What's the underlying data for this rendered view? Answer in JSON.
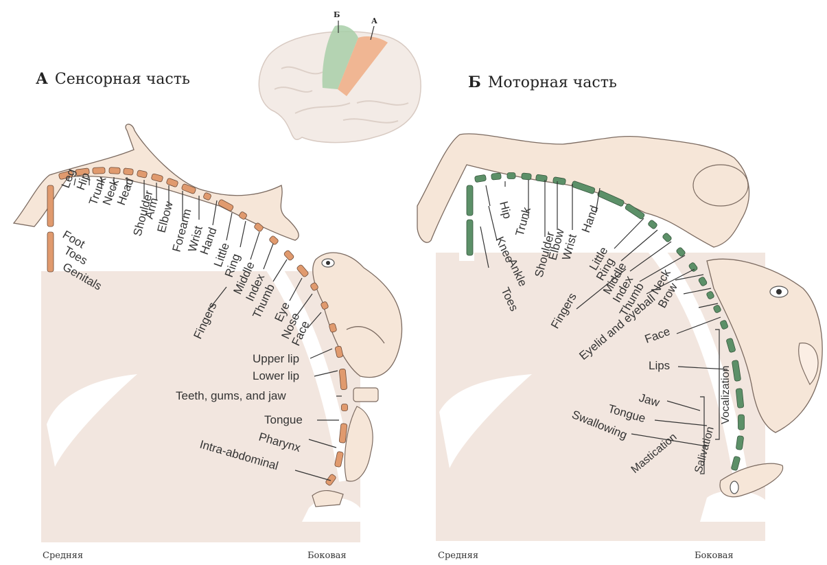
{
  "brain_inset": {
    "label_b": "Б",
    "label_a": "А"
  },
  "panel_a": {
    "letter": "А",
    "title": "Сенсорная часть",
    "footer_left": "Средняя",
    "footer_right": "Боковая",
    "labels": [
      "Leg",
      "Hip",
      "Trunk",
      "Neck",
      "Head",
      "Shoulder",
      "Arm",
      "Elbow",
      "Forearm",
      "Wrist",
      "Hand",
      "Little",
      "Ring",
      "Middle",
      "Index",
      "Thumb",
      "Eye",
      "Nose",
      "Face",
      "Upper lip",
      "Lower lip",
      "Teeth, gums, and jaw",
      "Tongue",
      "Pharynx",
      "Intra-abdominal",
      "Foot",
      "Toes",
      "Genitals",
      "Fingers"
    ]
  },
  "panel_b": {
    "letter": "Б",
    "title": "Моторная часть",
    "footer_left": "Средняя",
    "footer_right": "Боковая",
    "labels": [
      "Hip",
      "Knee",
      "Ankle",
      "Toes",
      "Trunk",
      "Shoulder",
      "Elbow",
      "Wrist",
      "Hand",
      "Little",
      "Ring",
      "Middle",
      "Index",
      "Thumb",
      "Neck",
      "Brow",
      "Eyelid and eyeball",
      "Face",
      "Lips",
      "Jaw",
      "Tongue",
      "Swallowing",
      "Fingers",
      "Vocalization",
      "Salivation",
      "Mastication"
    ]
  },
  "colors": {
    "sensory": "#e09a6e",
    "motor": "#5c9068",
    "background": "#f2e6df",
    "body": "#f6e6d8"
  }
}
